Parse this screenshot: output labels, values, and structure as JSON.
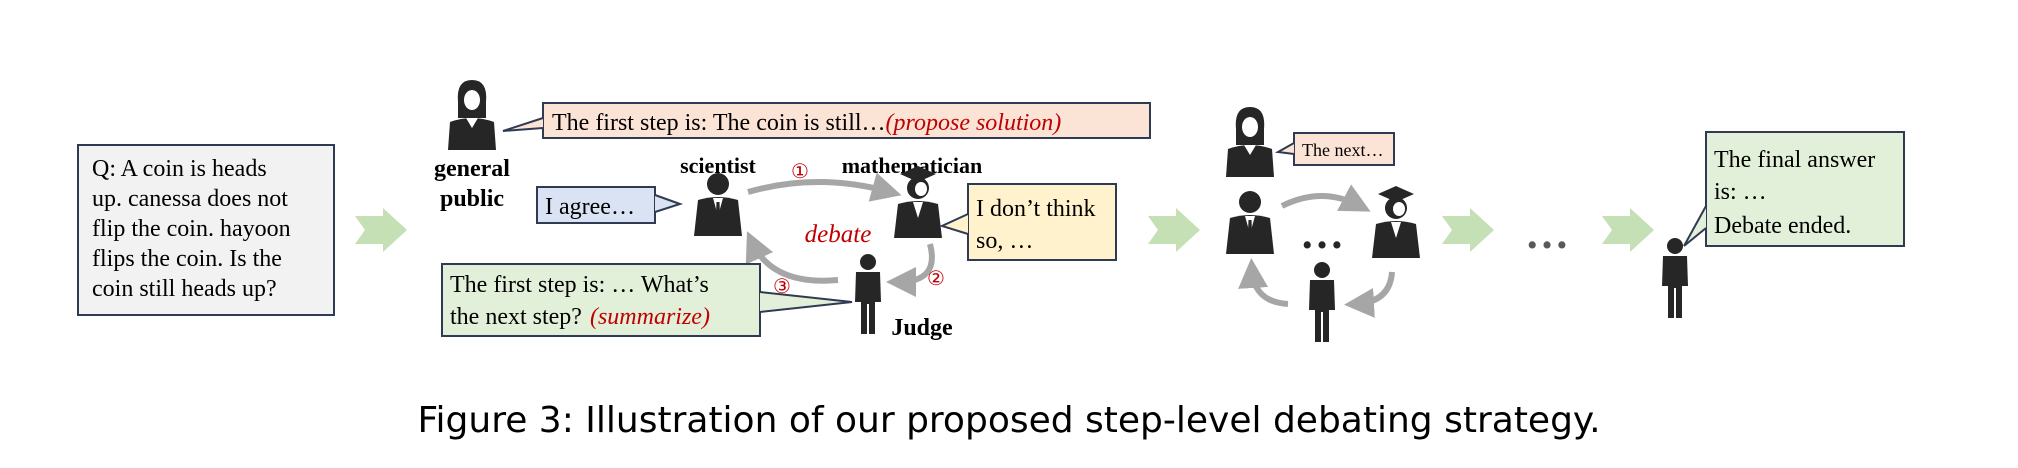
{
  "question": {
    "lines": [
      "Q: A coin is heads",
      "up. canessa does not",
      "flip the coin. hayoon",
      "flips the coin. Is the",
      "coin still heads up?"
    ]
  },
  "roles": {
    "general_public_line1": "general",
    "general_public_line2": "public",
    "scientist": "scientist",
    "mathematician": "mathematician",
    "judge": "Judge"
  },
  "bubbles": {
    "propose_text": "The first step is: The coin is still…",
    "propose_tag": "(propose solution)",
    "agree": "I agree…",
    "disagree_line1": "I don’t think",
    "disagree_line2": "so, …",
    "summary_line1": "The first step is: … What’s",
    "summary_line2_text": "the next step?",
    "summary_tag": "(summarize)",
    "next": "The next…",
    "final_line1": "The final answer",
    "final_line2": "is: …",
    "final_line3": "Debate ended."
  },
  "debate": {
    "label": "debate",
    "step1": "①",
    "step2": "②",
    "step3": "③"
  },
  "ellipsis": {
    "mid": "…",
    "between": "…"
  },
  "caption": "Figure 3: Illustration of our proposed step-level debating strategy.",
  "colors": {
    "propose_fill": "#fbe3d6",
    "agree_fill": "#dae3f3",
    "disagree_fill": "#fff2cc",
    "summary_fill": "#e2f0d9",
    "question_fill": "#f2f2f2",
    "bubble_border": "#2f3b52",
    "accent_red": "#c00000",
    "flow_arrow": "#c5e0b4",
    "cycle_arrow": "#a6a6a6",
    "person": "#262626"
  }
}
